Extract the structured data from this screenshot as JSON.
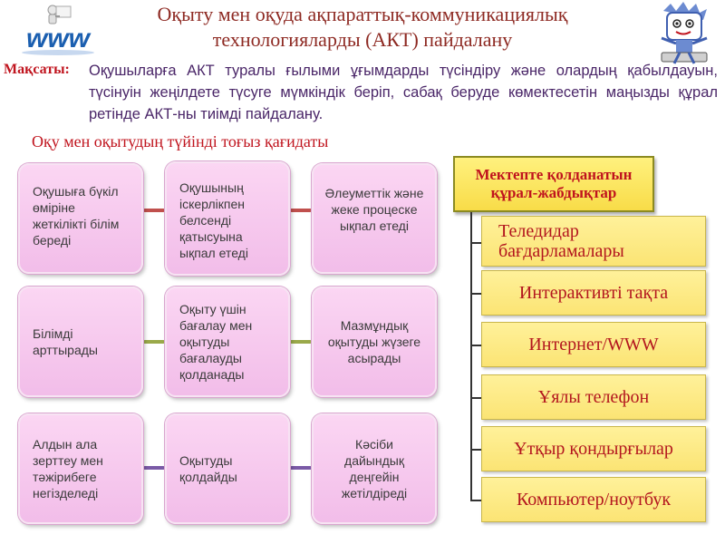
{
  "header": {
    "title_line1": "Оқыту мен оқуда ақпараттық-коммуникациялық",
    "title_line2": "технологияларды (АКТ) пайдалану"
  },
  "goal": {
    "label": "Мақсаты:",
    "text": "Оқушыларға АКТ туралы ғылыми ұғымдарды түсіндіру және олардың қабылдауын, түсінуін жеңілдете түсуге мүмкіндік беріп, сабақ беруде көмектесетін маңызды құрал ретінде АКТ-ны тиімді пайдалану."
  },
  "principles": {
    "title": "Оқу мен оқытудың түйінді тоғыз қағидаты",
    "items": [
      "Оқушыға бүкіл өміріне жеткілікті білім береді",
      "Оқушының іскерлікпен белсенді қатысуына ықпал етеді",
      "Әлеуметтік және жеке процеске ықпал етеді",
      "Білімді арттырады",
      "Оқыту үшін бағалау мен оқытуды бағалауды қолданады",
      "Мазмұндық оқытуды жүзеге асырады",
      "Алдын ала зерттеу мен тәжірибеге негізделеді",
      "Оқытуды қолдайды",
      "Кәсіби дайындық деңгейін жетілдіреді"
    ]
  },
  "tools": {
    "heading": "Мектепте қолданатын құрал-жабдықтар",
    "items": [
      "Теледидар бағдарламалары",
      "Интерактивті тақта",
      "Интернет/WWW",
      "Ұялы телефон",
      "Ұтқыр қондырғылар",
      "Компьютер/ноутбук"
    ]
  },
  "logos": {
    "www_text": "www"
  },
  "colors": {
    "title": "#8e2a23",
    "accent_red": "#c0141e",
    "goal_text": "#4a2668",
    "box_fill": "#f5c6ec",
    "tool_fill": "#fbe474"
  }
}
